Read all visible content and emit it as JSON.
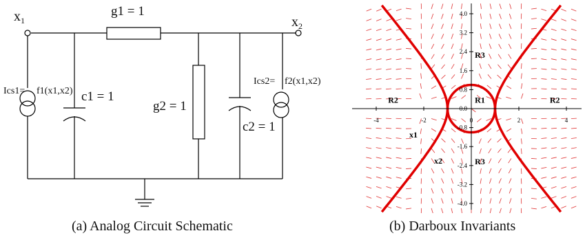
{
  "circuit": {
    "node_x1": {
      "main": "x",
      "sub": "1"
    },
    "node_x2": {
      "main": "x",
      "sub": "2"
    },
    "g1": "g1 = 1",
    "g2": "g2 = 1",
    "c1": "c1 = 1",
    "c2": "c2 = 1",
    "ics1": "Ics1=",
    "f1": "f1(x1,x2)",
    "ics2": "Ics2=",
    "f2": "f2(x1,x2)"
  },
  "phase": {
    "x_ticks": [
      "-4",
      "-2",
      "0",
      "2",
      "4"
    ],
    "y_ticks": [
      "4.0",
      "3.2",
      "2.4",
      "1.6",
      "0.8",
      "0.0",
      "-0.8",
      "-1.6",
      "-2.4",
      "-3.2",
      "-4.0"
    ],
    "x_label": "x1",
    "y_label": "x2",
    "regions": [
      "R1",
      "R2",
      "R2",
      "R3",
      "R3"
    ],
    "colors": {
      "curve": "#e00000",
      "field": "#e03030",
      "axis": "#000000"
    }
  },
  "captions": {
    "a": "(a) Analog Circuit Schematic",
    "b": "(b) Darboux Invariants"
  }
}
